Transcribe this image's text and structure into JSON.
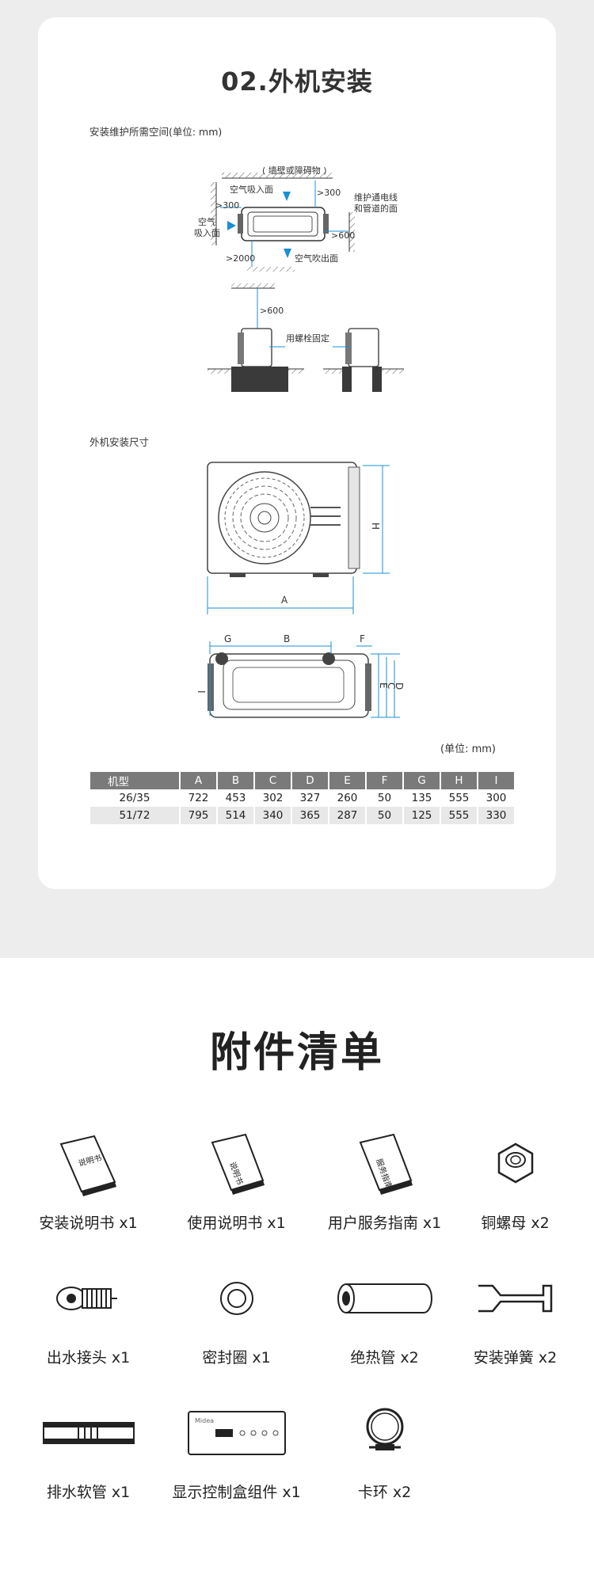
{
  "section_title": "02.外机安装",
  "space_title": "安装维护所需空间(单位: mm)",
  "space_labels": {
    "wall": "( 墙壁或障碍物 )",
    "air_in_top": "空气吸入面",
    "gt300_top": ">300",
    "gt300_left": ">300",
    "air_in_side_1": "空气",
    "air_in_side_2": "吸入面",
    "maint_1": "维护通电线",
    "maint_2": "和管道的面",
    "gt600_right": ">600",
    "gt2000": ">2000",
    "air_out": "空气吹出面",
    "gt600_bottom": ">600",
    "bolt_fix": "用螺栓固定"
  },
  "dim_title": "外机安装尺寸",
  "dim_letters": {
    "A": "A",
    "B": "B",
    "C": "C",
    "D": "D",
    "E": "E",
    "F": "F",
    "G": "G",
    "H": "H",
    "I": "I"
  },
  "unit_note": "(单位: mm)",
  "table": {
    "headers": [
      "机型",
      "A",
      "B",
      "C",
      "D",
      "E",
      "F",
      "G",
      "H",
      "I"
    ],
    "rows": [
      [
        "26/35",
        "722",
        "453",
        "302",
        "327",
        "260",
        "50",
        "135",
        "555",
        "300"
      ],
      [
        "51/72",
        "795",
        "514",
        "340",
        "365",
        "287",
        "50",
        "125",
        "555",
        "330"
      ]
    ]
  },
  "accessories_title": "附件清单",
  "accessories": [
    {
      "label": "安装说明书 x1",
      "icon": "manual-book-icon",
      "text": "说明书"
    },
    {
      "label": "使用说明书 x1",
      "icon": "user-manual-icon",
      "text": "说明书"
    },
    {
      "label": "用户服务指南 x1",
      "icon": "service-guide-icon",
      "text": "服务指南"
    },
    {
      "label": "铜螺母 x2",
      "icon": "copper-nut-icon"
    },
    {
      "label": "出水接头 x1",
      "icon": "drain-joint-icon"
    },
    {
      "label": "密封圈 x1",
      "icon": "seal-ring-icon"
    },
    {
      "label": "绝热管 x2",
      "icon": "insulation-tube-icon"
    },
    {
      "label": "安装弹簧 x2",
      "icon": "install-spring-icon"
    },
    {
      "label": "排水软管 x1",
      "icon": "drain-hose-icon"
    },
    {
      "label": "显示控制盒组件 x1",
      "icon": "display-box-icon",
      "brand": "Midea"
    },
    {
      "label": "卡环 x2",
      "icon": "clamp-ring-icon"
    }
  ],
  "colors": {
    "accent_blue": "#1a8fd6",
    "header_gray": "#7a7a7a"
  }
}
